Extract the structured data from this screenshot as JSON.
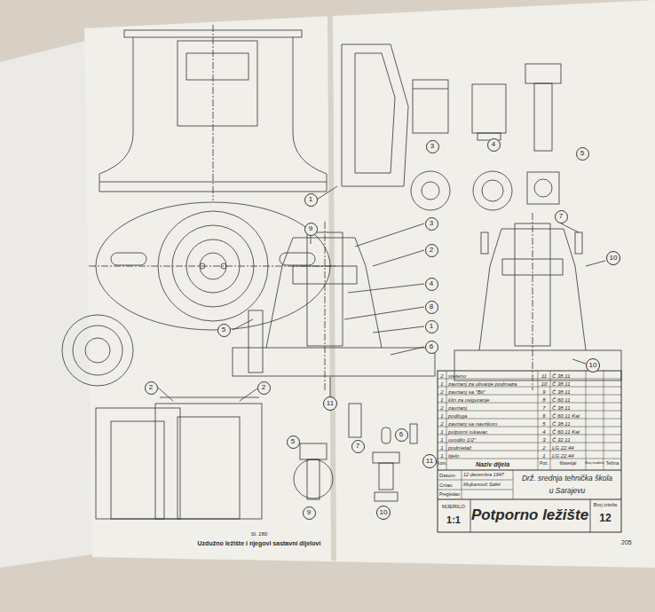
{
  "diagram": {
    "caption": "Uzdužno ležište i njegovi sastavni dijelovi",
    "nodes": [
      {
        "text": [
          "3"
        ]
      },
      {
        "text": [
          "4"
        ]
      },
      {
        "text": [
          "5"
        ]
      },
      {
        "text": [
          "1"
        ]
      },
      {
        "text": [
          "9"
        ]
      },
      {
        "text": [
          "3"
        ]
      },
      {
        "text": [
          "2"
        ]
      },
      {
        "text": [
          "4"
        ]
      },
      {
        "text": [
          "8"
        ]
      },
      {
        "text": [
          "1"
        ]
      },
      {
        "text": [
          "6"
        ]
      },
      {
        "text": [
          "7"
        ]
      },
      {
        "text": [
          "10"
        ]
      },
      {
        "text": [
          "5"
        ]
      },
      {
        "text": [
          "11"
        ]
      },
      {
        "text": [
          "10"
        ]
      },
      {
        "text": [
          "2"
        ]
      },
      {
        "text": [
          "2"
        ]
      },
      {
        "text": [
          "7"
        ]
      },
      {
        "text": [
          "6"
        ]
      },
      {
        "text": [
          "11"
        ]
      },
      {
        "text": [
          "5"
        ]
      },
      {
        "text": [
          "9"
        ]
      },
      {
        "text": [
          "10"
        ]
      }
    ],
    "labels": [
      "Sl. 280",
      "205",
      "2",
      "vreteno",
      "11",
      "Č 38.11",
      "1",
      "zavrtanj za ulivanje podmaza",
      "10",
      "Č 38.11",
      "2",
      "zavrtanj sa \"Bit\"",
      "9",
      "Č 38.11",
      "1",
      "klin za osiguranje",
      "8",
      "Č 60.11",
      "2",
      "zavrtanj",
      "7",
      "Č 38.11",
      "1",
      "podloga",
      "6",
      "Č 60.11 Kal",
      "2",
      "zavrtanj sa navrtkom",
      "5",
      "Č 38.11",
      "1",
      "potporni rukavac",
      "4",
      "Č 60.11 Kal",
      "1",
      "uvodilo 1/2\"",
      "3",
      "Č 32.11",
      "1",
      "podmetač",
      "2",
      "LG 22.44",
      "1",
      "tijelo",
      "1",
      "LG 22.44",
      "Kom.",
      "Naziv dijela",
      "Poz.",
      "Materijal",
      "Broj modela",
      "Težina",
      "Datum",
      "12 decembra 1947",
      "Crtao",
      "Mujkanović Safet",
      "Pregledao",
      "Drž. srednja tehnička škola",
      "u Sarajevu",
      "MJERILO",
      "1:1",
      "Potporno ležište",
      "Broj crteža",
      "12"
    ]
  }
}
